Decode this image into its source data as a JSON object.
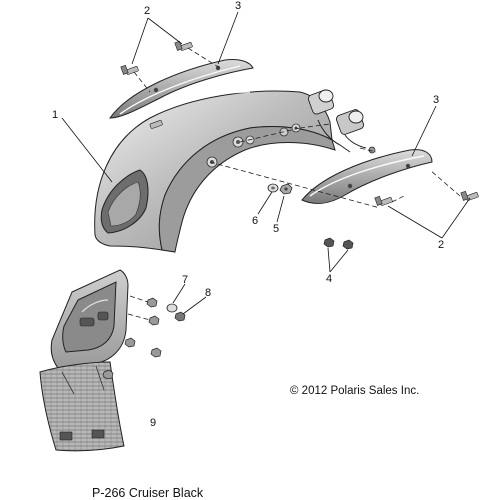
{
  "callouts": [
    {
      "id": "c2a",
      "label": "2"
    },
    {
      "id": "c3a",
      "label": "3"
    },
    {
      "id": "c1",
      "label": "1"
    },
    {
      "id": "c3b",
      "label": "3"
    },
    {
      "id": "c6",
      "label": "6"
    },
    {
      "id": "c5",
      "label": "5"
    },
    {
      "id": "c2b",
      "label": "2"
    },
    {
      "id": "c4",
      "label": "4"
    },
    {
      "id": "c7",
      "label": "7"
    },
    {
      "id": "c8",
      "label": "8"
    },
    {
      "id": "c9",
      "label": "9"
    }
  ],
  "copyright": "© 2012 Polaris Sales Inc.",
  "page_label": "P-266  Cruiser Black"
}
